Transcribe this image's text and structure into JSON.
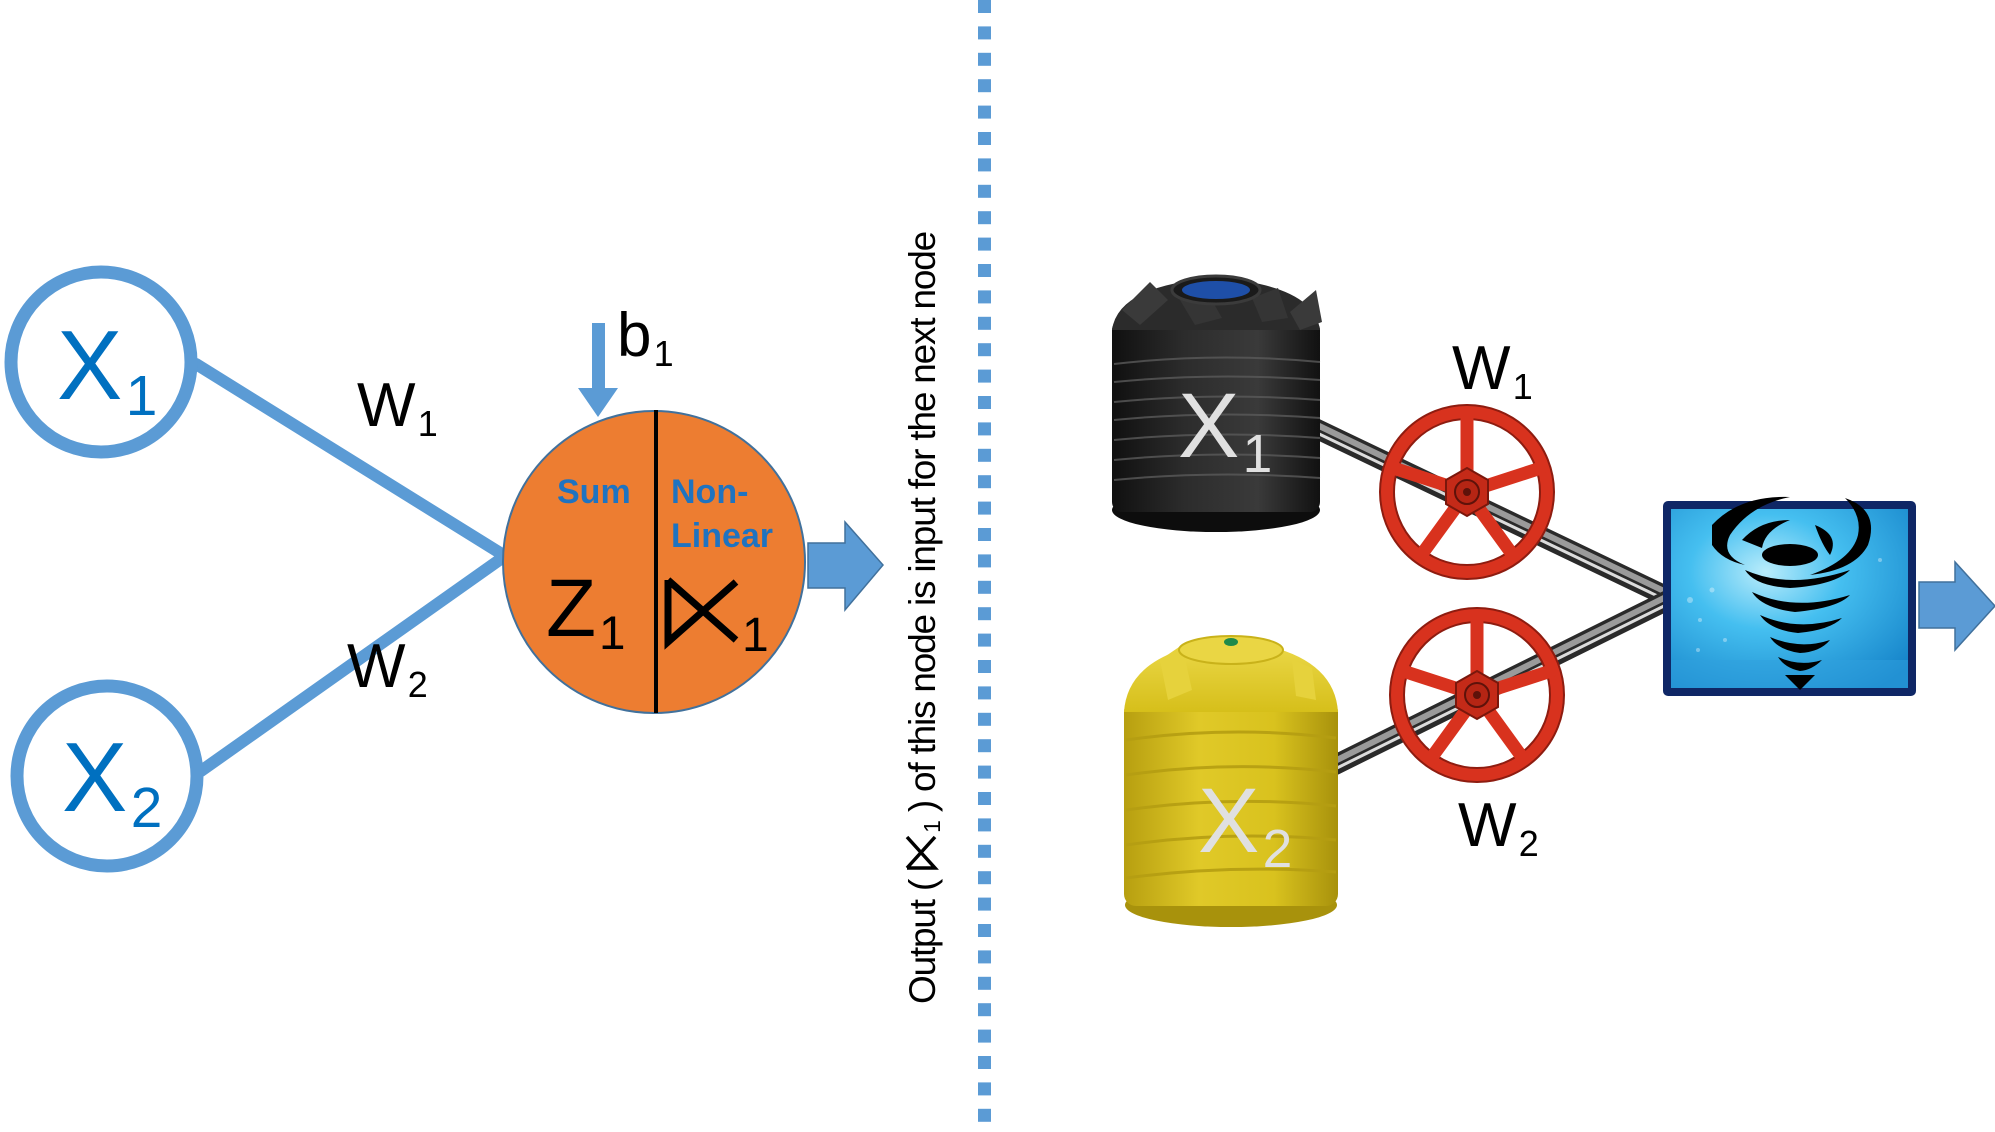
{
  "left_panel": {
    "inputs": [
      {
        "symbol": "X",
        "subscript": "1"
      },
      {
        "symbol": "X",
        "subscript": "2"
      }
    ],
    "weights": [
      {
        "symbol": "W",
        "subscript": "1"
      },
      {
        "symbol": "W",
        "subscript": "2"
      }
    ],
    "bias": {
      "symbol": "b",
      "subscript": "1"
    },
    "node": {
      "sum_label": "Sum",
      "nonlinear_label_line1": "Non-",
      "nonlinear_label_line2": "Linear",
      "sum_symbol": "Z",
      "sum_subscript": "1",
      "activation_subscript": "1"
    }
  },
  "divider_caption": {
    "prefix": "Output (",
    "activation_subscript": "1",
    "suffix": ") of this node is input for the next node"
  },
  "right_panel": {
    "tanks": [
      {
        "symbol": "X",
        "subscript": "1",
        "color": "black"
      },
      {
        "symbol": "X",
        "subscript": "2",
        "color": "yellow"
      }
    ],
    "valves": [
      {
        "symbol": "W",
        "subscript": "1"
      },
      {
        "symbol": "W",
        "subscript": "2"
      }
    ],
    "mixer_icon": "tornado-icon"
  },
  "colors": {
    "input_circle_stroke": "#5B9BD5",
    "input_text": "#0070C0",
    "node_fill": "#ED7D31",
    "node_outline": "#41719C",
    "node_header_text": "#1F73C0",
    "arrow_fill": "#5B9BD5",
    "divider": "#5B9BD5",
    "valve_red": "#D8321E",
    "black_tank": "#1E1E1E",
    "yellow_tank": "#D9C21E",
    "mixer_border": "#0F2766",
    "mixer_water": "#3AB4EA"
  }
}
